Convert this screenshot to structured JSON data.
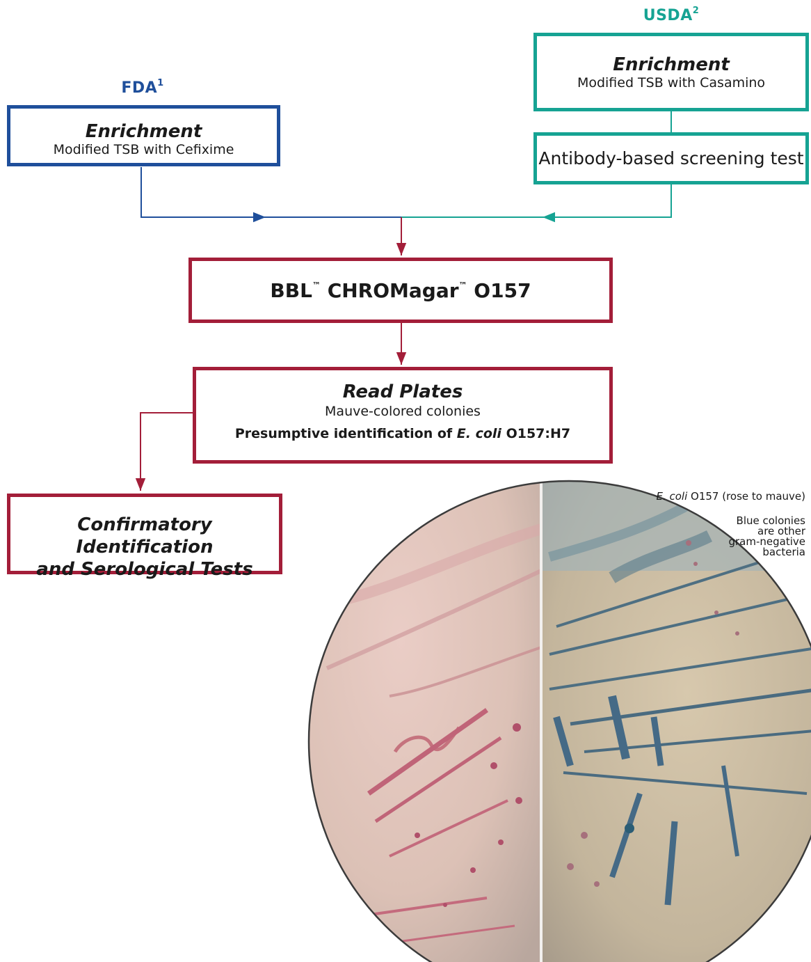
{
  "fda": {
    "label": "FDA",
    "sup": "1",
    "title": "Enrichment",
    "subtitle": "Modified TSB with Cefixime"
  },
  "usda": {
    "label": "USDA",
    "sup": "2",
    "title": "Enrichment",
    "subtitle": "Modified TSB with Casamino",
    "screening": "Antibody-based screening test"
  },
  "chromagar": {
    "part1": "BBL",
    "tm1": "™",
    "part2": " CHROMagar",
    "tm2": "™",
    "part3": " O157"
  },
  "read_plates": {
    "title": "Read Plates",
    "subtitle": "Mauve-colored colonies",
    "presumptive_pre": "Presumptive identification of ",
    "presumptive_italic": "E. coli",
    "presumptive_post": " O157:H7"
  },
  "confirmatory": {
    "line1": "Confirmatory Identification",
    "line2": "and Serological Tests"
  },
  "plate_captions": {
    "ecoli_italic": "E. coli",
    "ecoli_rest": " O157 (rose to mauve)",
    "blue_lines": [
      "Blue colonies",
      "are other",
      "gram-negative",
      "bacteria"
    ]
  },
  "colors": {
    "fda": "#1f4f9b",
    "usda": "#16a393",
    "chromagar": "#a31e39"
  }
}
